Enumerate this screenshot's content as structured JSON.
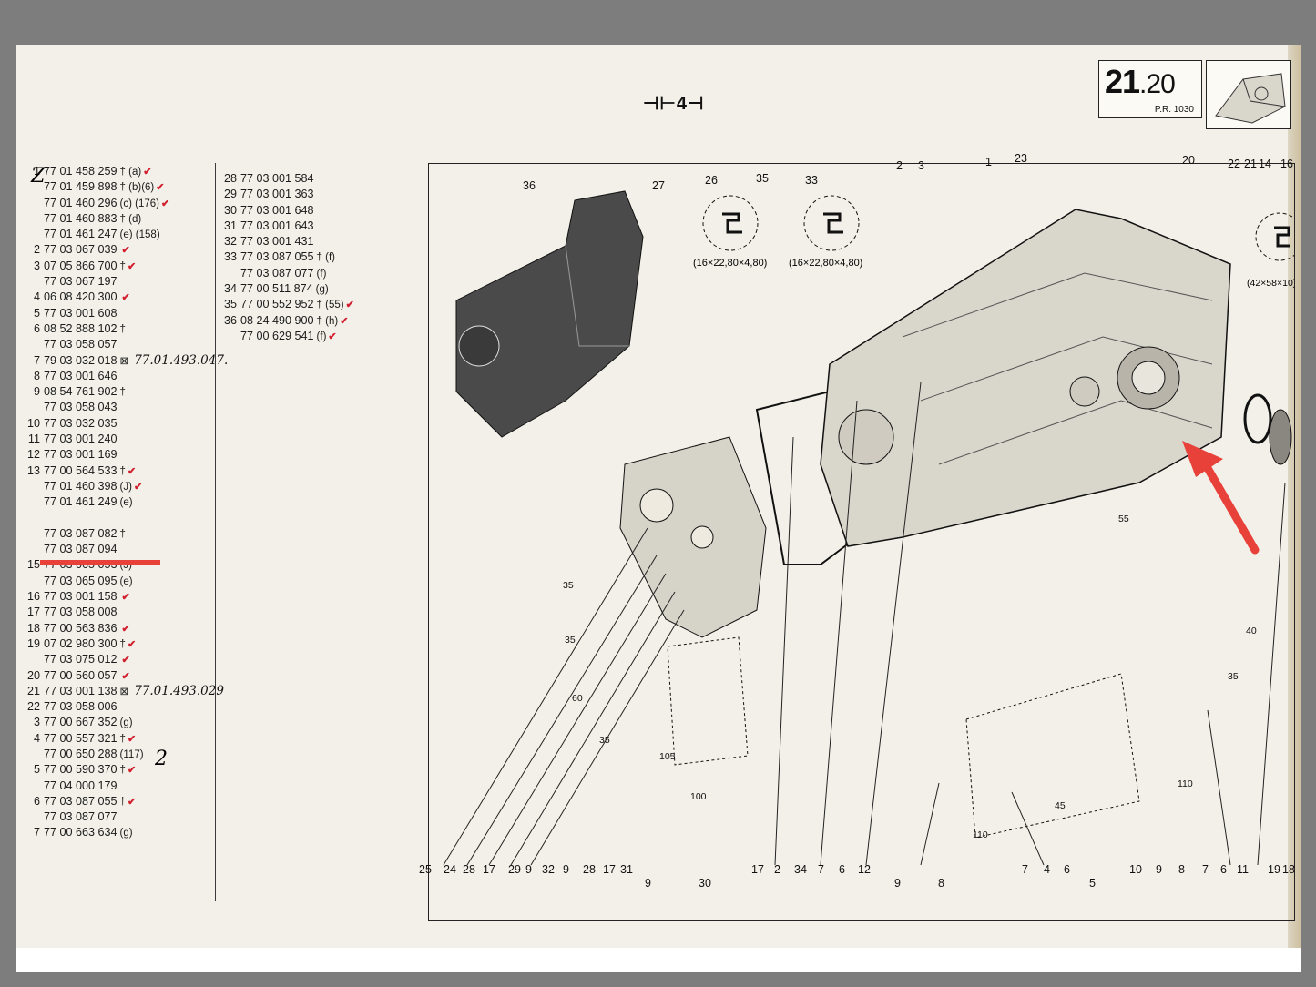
{
  "plate": {
    "number": "21",
    "suffix": ".20",
    "ref": "P.R. 1030"
  },
  "header_symbol": "⊣⊢4⊣",
  "left_column": [
    {
      "ref": "1",
      "part": "77 01 458 259",
      "note": "† (a)",
      "tick": true
    },
    {
      "ref": "",
      "part": "77 01 459 898",
      "note": "† (b)(6)",
      "tick": true
    },
    {
      "ref": "",
      "part": "77 01 460 296",
      "note": "(c) (176)",
      "tick": true
    },
    {
      "ref": "",
      "part": "77 01 460 883",
      "note": "† (d)",
      "tick": false
    },
    {
      "ref": "",
      "part": "77 01 461 247",
      "note": "(e) (158)",
      "tick": false
    },
    {
      "ref": "2",
      "part": "77 03 067 039",
      "note": "",
      "tick": true
    },
    {
      "ref": "3",
      "part": "07 05 866 700",
      "note": "†",
      "tick": true
    },
    {
      "ref": "",
      "part": "77 03 067 197",
      "note": "",
      "tick": false
    },
    {
      "ref": "4",
      "part": "06 08 420 300",
      "note": "",
      "tick": true
    },
    {
      "ref": "5",
      "part": "77 03 001 608",
      "note": "",
      "tick": false
    },
    {
      "ref": "6",
      "part": "08 52 888 102",
      "note": "†",
      "tick": false
    },
    {
      "ref": "",
      "part": "77 03 058 057",
      "note": "",
      "tick": false
    },
    {
      "ref": "7",
      "part": "79 03 032 018",
      "note": "⊠",
      "tick": false,
      "hand": "77.01.493.047."
    },
    {
      "ref": "8",
      "part": "77 03 001 646",
      "note": "",
      "tick": false
    },
    {
      "ref": "9",
      "part": "08 54 761 902",
      "note": "†",
      "tick": false
    },
    {
      "ref": "",
      "part": "77 03 058 043",
      "note": "",
      "tick": false
    },
    {
      "ref": "10",
      "part": "77 03 032 035",
      "note": "",
      "tick": false
    },
    {
      "ref": "11",
      "part": "77 03 001 240",
      "note": "",
      "tick": false
    },
    {
      "ref": "12",
      "part": "77 03 001 169",
      "note": "",
      "tick": false
    },
    {
      "ref": "13",
      "part": "77 00 564 533",
      "note": "†",
      "tick": true
    },
    {
      "ref": "",
      "part": "77 01 460 398",
      "note": "(J)",
      "tick": true
    },
    {
      "ref": "",
      "part": "77 01 461 249",
      "note": "(e)",
      "tick": false
    },
    {
      "ref": "",
      "part": "",
      "note": "",
      "tick": false
    },
    {
      "ref": "",
      "part": "77 03 087 082",
      "note": "†",
      "tick": false
    },
    {
      "ref": "",
      "part": "77 03 087 094",
      "note": "",
      "tick": false
    },
    {
      "ref": "15",
      "part": "77 03 065 053",
      "note": "(J)",
      "tick": false
    },
    {
      "ref": "",
      "part": "77 03 065 095",
      "note": "(e)",
      "tick": false
    },
    {
      "ref": "16",
      "part": "77 03 001 158",
      "note": "",
      "tick": true
    },
    {
      "ref": "17",
      "part": "77 03 058 008",
      "note": "",
      "tick": false
    },
    {
      "ref": "18",
      "part": "77 00 563 836",
      "note": "",
      "tick": true
    },
    {
      "ref": "19",
      "part": "07 02 980 300",
      "note": "†",
      "tick": true
    },
    {
      "ref": "",
      "part": "77 03 075 012",
      "note": "",
      "tick": true
    },
    {
      "ref": "20",
      "part": "77 00 560 057",
      "note": "",
      "tick": true
    },
    {
      "ref": "21",
      "part": "77 03 001 138",
      "note": "⊠",
      "tick": false,
      "hand": "77.01.493.029"
    },
    {
      "ref": "22",
      "part": "77 03 058 006",
      "note": "",
      "tick": false
    },
    {
      "ref": "3",
      "part": "77 00 667 352",
      "note": "(g)",
      "tick": false
    },
    {
      "ref": "4",
      "part": "77 00 557 321",
      "note": "†",
      "tick": true
    },
    {
      "ref": "",
      "part": "77 00 650 288",
      "note": "(117)",
      "tick": false
    },
    {
      "ref": "5",
      "part": "77 00 590 370",
      "note": "†",
      "tick": true
    },
    {
      "ref": "",
      "part": "77 04 000 179",
      "note": "",
      "tick": false
    },
    {
      "ref": "6",
      "part": "77 03 087 055",
      "note": "†",
      "tick": true
    },
    {
      "ref": "",
      "part": "77 03 087 077",
      "note": "",
      "tick": false
    },
    {
      "ref": "7",
      "part": "77 00 663 634",
      "note": "(g)",
      "tick": false
    }
  ],
  "right_column": [
    {
      "ref": "28",
      "part": "77 03 001 584",
      "note": "",
      "tick": false
    },
    {
      "ref": "29",
      "part": "77 03 001 363",
      "note": "",
      "tick": false
    },
    {
      "ref": "30",
      "part": "77 03 001 648",
      "note": "",
      "tick": false
    },
    {
      "ref": "31",
      "part": "77 03 001 643",
      "note": "",
      "tick": false
    },
    {
      "ref": "32",
      "part": "77 03 001 431",
      "note": "",
      "tick": false
    },
    {
      "ref": "33",
      "part": "77 03 087 055",
      "note": "† (f)",
      "tick": false
    },
    {
      "ref": "",
      "part": "77 03 087 077",
      "note": "(f)",
      "tick": false
    },
    {
      "ref": "34",
      "part": "77 00 511 874",
      "note": "(g)",
      "tick": false
    },
    {
      "ref": "35",
      "part": "77 00 552 952",
      "note": "† (55)",
      "tick": true
    },
    {
      "ref": "36",
      "part": "08 24 490 900",
      "note": "† (h)",
      "tick": true
    },
    {
      "ref": "",
      "part": "77 00 629 541",
      "note": "(f)",
      "tick": true
    }
  ],
  "handwritten_marks": [
    "Z",
    "2"
  ],
  "seal_dims": {
    "s26": "(16×22,80×4,80)",
    "s33": "(16×22,80×4,80)",
    "s_right": "(42×58×10)"
  },
  "top_callouts": [
    "36",
    "27",
    "26",
    "35",
    "33",
    "2",
    "3",
    "1",
    "23",
    "20",
    "22",
    "21",
    "14",
    "16"
  ],
  "bottom_callouts": [
    "25",
    "24",
    "28",
    "17",
    "29",
    "9",
    "32",
    "9",
    "28",
    "17",
    "31",
    "9",
    "30",
    "17",
    "2",
    "34",
    "7",
    "6",
    "12",
    "9",
    "8",
    "7",
    "4",
    "6",
    "5",
    "10",
    "9",
    "8",
    "7",
    "6",
    "11",
    "19",
    "18"
  ],
  "bolt_lengths": [
    "35",
    "35",
    "60",
    "35",
    "105",
    "100",
    "55",
    "40",
    "35",
    "45",
    "110",
    "110"
  ]
}
